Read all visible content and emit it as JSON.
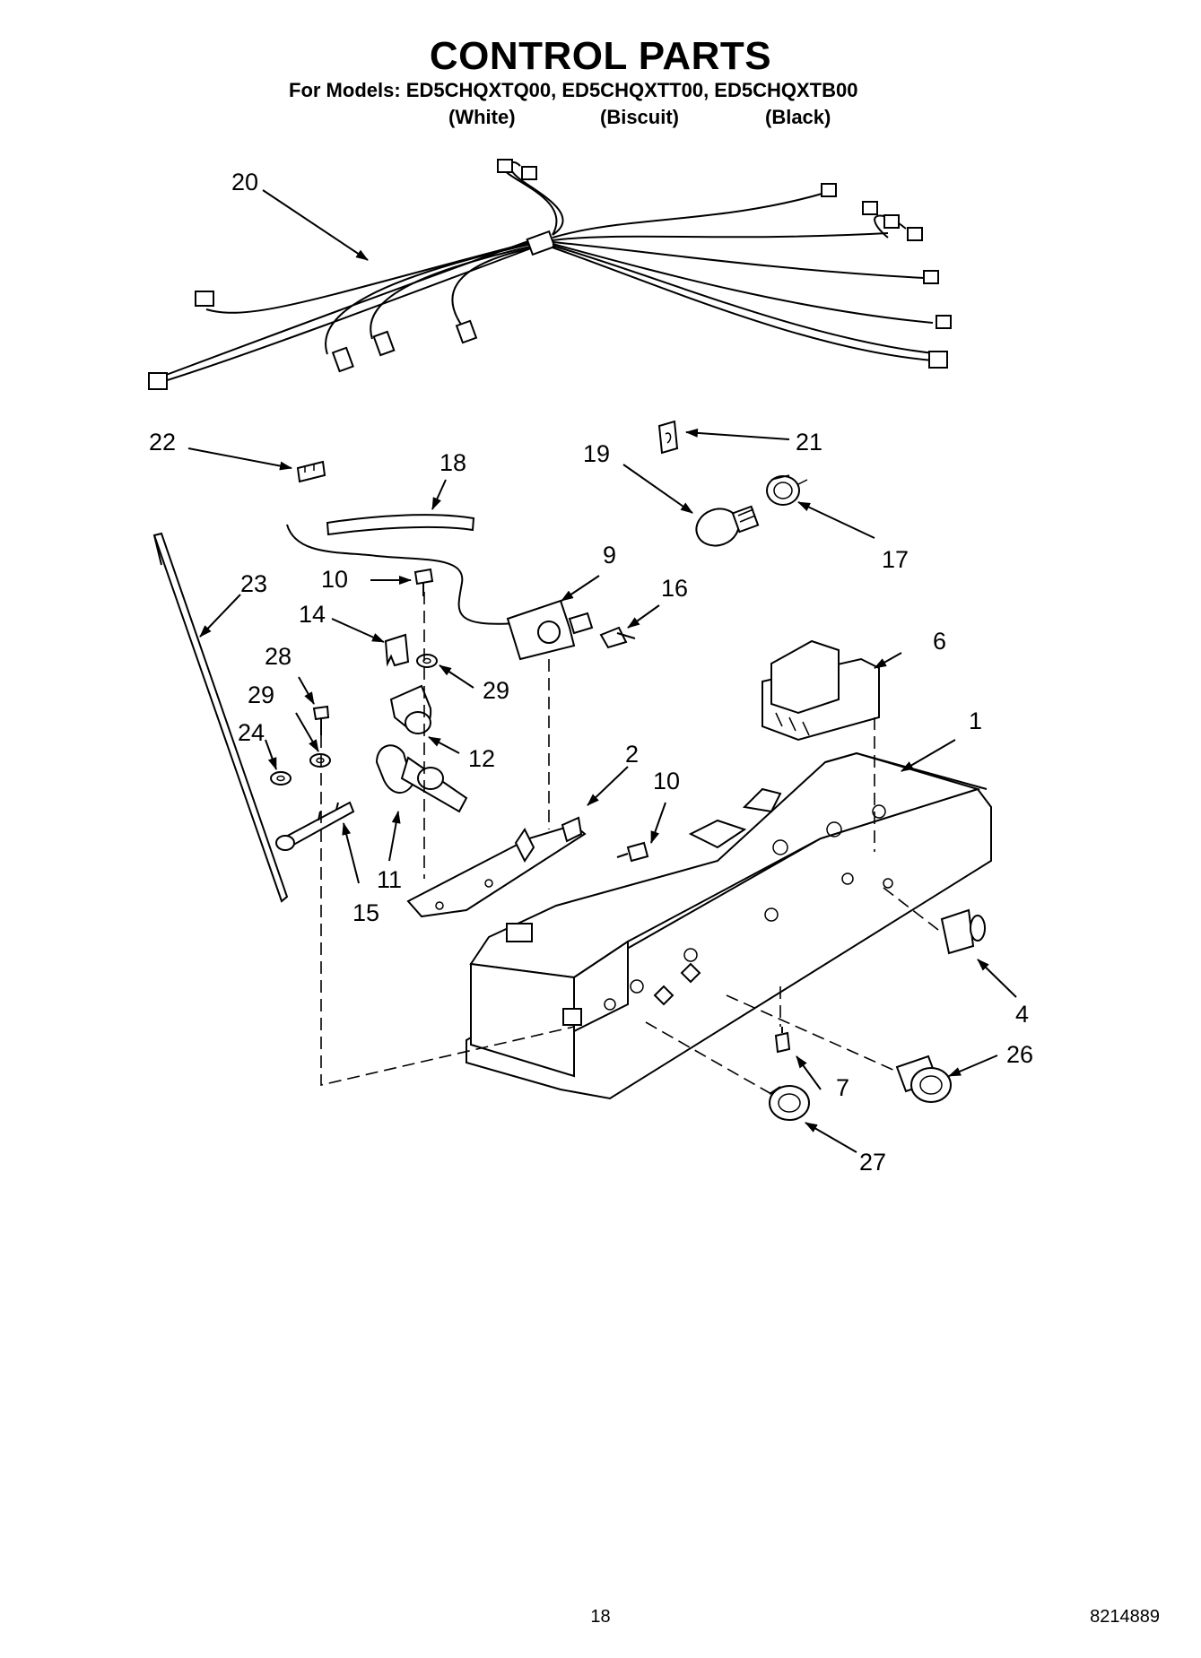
{
  "header": {
    "title": "CONTROL PARTS",
    "models_line": "For Models: ED5CHQXTQ00, ED5CHQXTT00, ED5CHQXTB00",
    "variants": [
      "(White)",
      "(Biscuit)",
      "(Black)"
    ]
  },
  "callouts": [
    "20",
    "22",
    "18",
    "21",
    "19",
    "17",
    "23",
    "10",
    "9",
    "16",
    "14",
    "29",
    "28",
    "29",
    "12",
    "24",
    "6",
    "1",
    "2",
    "10",
    "11",
    "15",
    "4",
    "26",
    "7",
    "27"
  ],
  "footer": {
    "page_number": "18",
    "doc_number": "8214889"
  }
}
